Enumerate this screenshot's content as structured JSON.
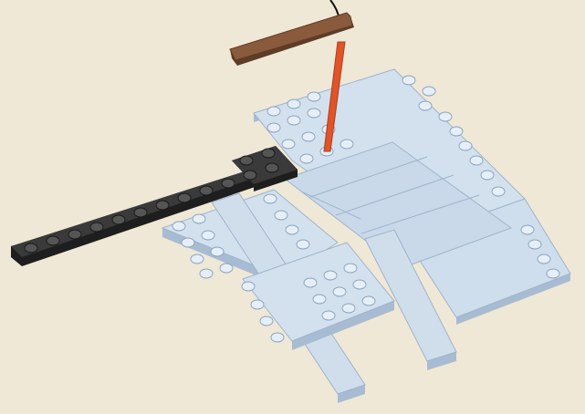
{
  "scene": {
    "background": "#efe8d6",
    "colors": {
      "light_top": "#d3e1ef",
      "light_top_alt": "#c8d8e8",
      "light_edge": "#a7bcd2",
      "light_line": "#9fb4ca",
      "stud_top": "#e6eff8",
      "stud_edge": "#8ea6bf",
      "dark_top": "#3a3a3a",
      "dark_edge": "#1e1e1e",
      "dark_stud": "#555555",
      "tan_top": "#8a5a3c",
      "tan_edge": "#5e3c26",
      "pointer": "#e0542a",
      "wire": "#111111"
    },
    "icons": [
      "light-blue-plate",
      "dark-grey-plate",
      "tan-tile",
      "orange-antenna",
      "stud"
    ]
  }
}
